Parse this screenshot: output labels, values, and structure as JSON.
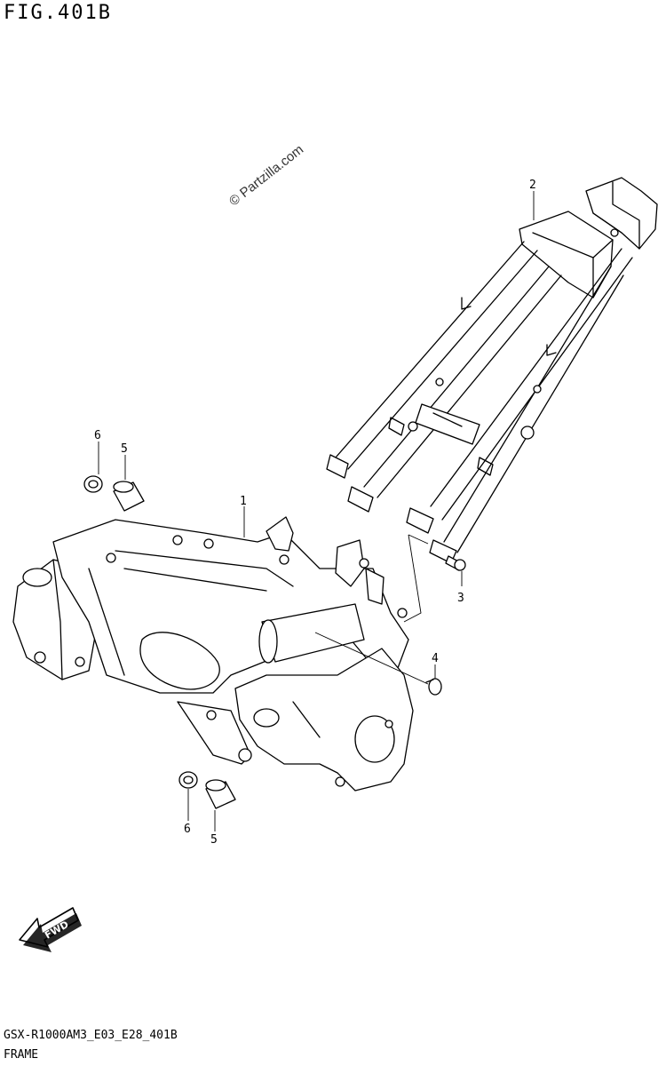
{
  "figure": {
    "title": "FIG.401B",
    "watermark": "© Partzilla.com",
    "footer_code": "GSX-R1000AM3_E03_E28_401B",
    "footer_name": "FRAME"
  },
  "callouts": [
    {
      "id": "1",
      "label": "1"
    },
    {
      "id": "2",
      "label": "2"
    },
    {
      "id": "3",
      "label": "3"
    },
    {
      "id": "4",
      "label": "4"
    },
    {
      "id": "5a",
      "label": "5"
    },
    {
      "id": "5b",
      "label": "5"
    },
    {
      "id": "6a",
      "label": "6"
    },
    {
      "id": "6b",
      "label": "6"
    }
  ],
  "direction_badge": {
    "label": "FWD"
  }
}
